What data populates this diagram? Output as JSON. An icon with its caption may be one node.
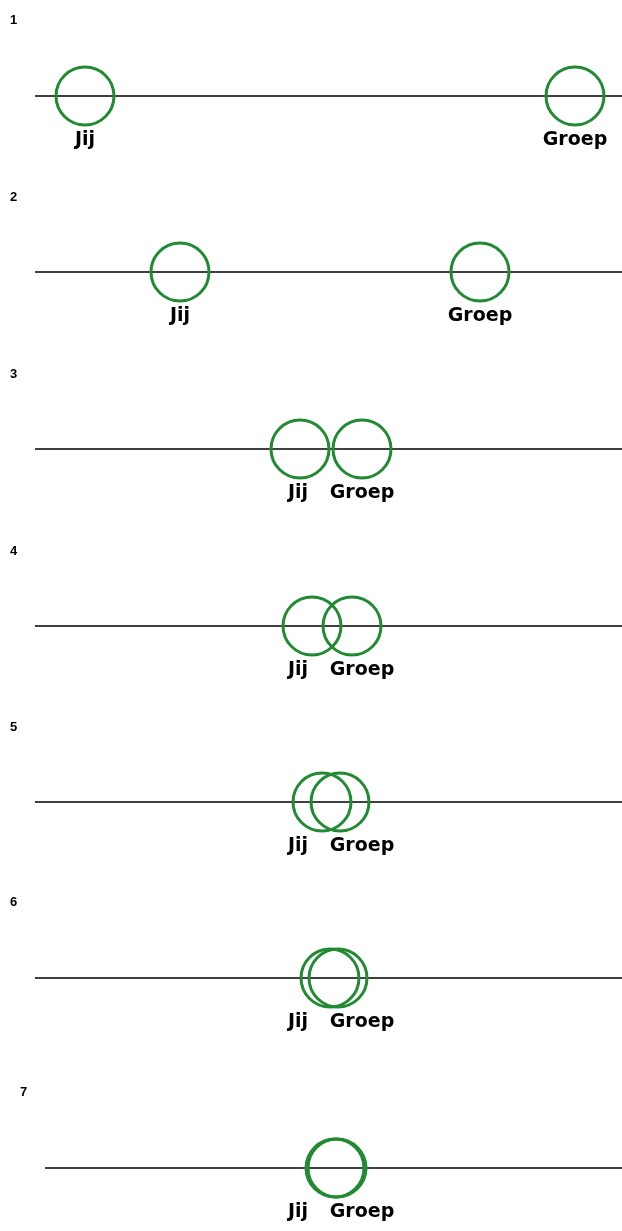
{
  "diagram": {
    "nodes": [
      {
        "text": [
          "Jij"
        ]
      },
      {
        "text": [
          "Groep"
        ]
      },
      {
        "text": [
          "Jij"
        ]
      },
      {
        "text": [
          "Groep"
        ]
      },
      {
        "text": [
          "Jij"
        ]
      },
      {
        "text": [
          "Groep"
        ]
      },
      {
        "text": [
          "Jij"
        ]
      },
      {
        "text": [
          "Groep"
        ]
      },
      {
        "text": [
          "Jij"
        ]
      },
      {
        "text": [
          "Groep"
        ]
      },
      {
        "text": [
          "Jij"
        ]
      },
      {
        "text": [
          "Groep"
        ]
      },
      {
        "text": [
          "Jij"
        ]
      },
      {
        "text": [
          "Groep"
        ]
      }
    ],
    "labels": [
      "1",
      "2",
      "3",
      "4",
      "5",
      "6",
      "7"
    ]
  }
}
